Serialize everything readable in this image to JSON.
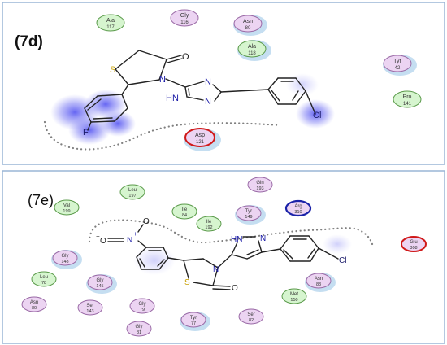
{
  "colors": {
    "panel_border": "#9ab6d6",
    "green_fill": "#d6f5cf",
    "green_stroke": "#5a9a4a",
    "pink_fill": "#ecd4f2",
    "pink_stroke": "#9a6aa6",
    "red_stroke": "#d01818",
    "blue_stroke": "#1a22a8",
    "bond": "#222222",
    "nitrogen": "#1a1aa6",
    "sulfur": "#c8a000",
    "fluorine": "#1a1a6a",
    "chlorine": "#1a1a6a",
    "contact_glow": "#4e4ef2",
    "solvent_halo": "#9fc8e8"
  },
  "panels": [
    {
      "label": "(7d)",
      "residues": [
        {
          "name": "Ala",
          "num": "117",
          "kind": "green"
        },
        {
          "name": "Gly",
          "num": "116",
          "kind": "pink"
        },
        {
          "name": "Asn",
          "num": "80",
          "kind": "pink"
        },
        {
          "name": "Ala",
          "num": "118",
          "kind": "green"
        },
        {
          "name": "Tyr",
          "num": "42",
          "kind": "pink"
        },
        {
          "name": "Pro",
          "num": "141",
          "kind": "green"
        },
        {
          "name": "Asp",
          "num": "121",
          "kind": "red"
        }
      ],
      "atoms": [
        "S",
        "O",
        "N",
        "N",
        "N",
        "HN",
        "F",
        "Cl"
      ]
    },
    {
      "label": "(7e)",
      "residues": [
        {
          "name": "Gln",
          "num": "193",
          "kind": "pink"
        },
        {
          "name": "Leu",
          "num": "197",
          "kind": "green"
        },
        {
          "name": "Val",
          "num": "199",
          "kind": "green"
        },
        {
          "name": "Ile",
          "num": "84",
          "kind": "green"
        },
        {
          "name": "Ile",
          "num": "192",
          "kind": "green"
        },
        {
          "name": "Tyr",
          "num": "149",
          "kind": "pink"
        },
        {
          "name": "Arg",
          "num": "310",
          "kind": "blue"
        },
        {
          "name": "Glu",
          "num": "308",
          "kind": "red"
        },
        {
          "name": "Gly",
          "num": "148",
          "kind": "pink"
        },
        {
          "name": "Leu",
          "num": "78",
          "kind": "green"
        },
        {
          "name": "Gly",
          "num": "145",
          "kind": "pink"
        },
        {
          "name": "Asn",
          "num": "83",
          "kind": "pink"
        },
        {
          "name": "Met",
          "num": "150",
          "kind": "green"
        },
        {
          "name": "Asn",
          "num": "80",
          "kind": "pink"
        },
        {
          "name": "Ser",
          "num": "143",
          "kind": "pink"
        },
        {
          "name": "Gly",
          "num": "79",
          "kind": "pink"
        },
        {
          "name": "Tyr",
          "num": "77",
          "kind": "pink"
        },
        {
          "name": "Ser",
          "num": "82",
          "kind": "pink"
        },
        {
          "name": "Gly",
          "num": "81",
          "kind": "pink"
        }
      ],
      "atoms": [
        "N",
        "O",
        "O",
        "N",
        "N",
        "HN",
        "S",
        "O",
        "Cl"
      ]
    }
  ]
}
